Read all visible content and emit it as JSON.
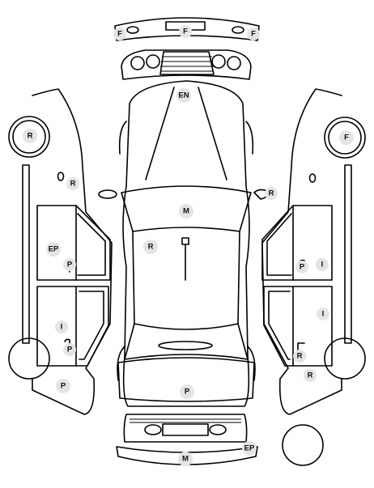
{
  "labels": {
    "front_bumper_left": "F",
    "front_bumper_center": "F",
    "front_bumper_right": "F",
    "hood": "EN",
    "left_rear_wheel": "R",
    "left_mirror": "R",
    "left_front_door_edge": "EP",
    "left_front_door_p": "P",
    "left_rear_door_i": "I",
    "left_rear_door_p": "P",
    "left_rear_quarter": "P",
    "right_front_wheel": "F",
    "right_mirror": "R",
    "right_front_door_p": "P",
    "right_front_door_i": "I",
    "right_rear_door_i": "I",
    "right_rear_door_r": "R",
    "right_rear_quarter": "R",
    "windshield": "M",
    "roof": "R",
    "trunk": "P",
    "rear_bumper_ep": "EP",
    "rear_bumper_m": "M"
  }
}
